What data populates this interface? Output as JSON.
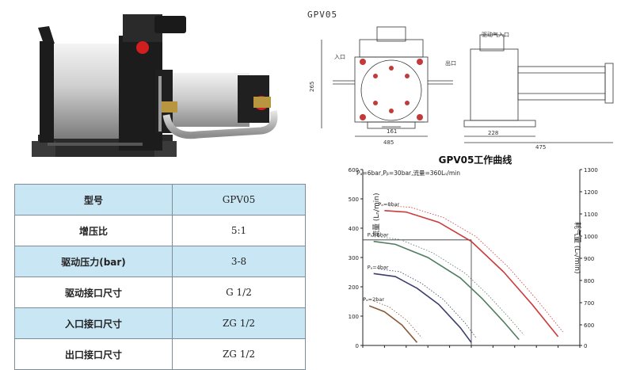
{
  "model_title": "GPV05",
  "drawing": {
    "inlet_label": "入口",
    "outlet_label": "出口",
    "drive_gas_inlet_label": "驱动气入口",
    "dim_height": "265",
    "dim_width": "485",
    "dim_center": "161",
    "dim_side_a": "228",
    "dim_side_b": "475"
  },
  "spec_table": {
    "rows": [
      {
        "label": "型号",
        "value": "GPV05"
      },
      {
        "label": "增压比",
        "value": "5:1"
      },
      {
        "label": "驱动压力(bar)",
        "value": "3-8"
      },
      {
        "label": "驱动接口尺寸",
        "value": "G 1/2"
      },
      {
        "label": "入口接口尺寸",
        "value": "ZG 1/2"
      },
      {
        "label": "出口接口尺寸",
        "value": "ZG 1/2"
      }
    ]
  },
  "colors": {
    "table_alt": "#c9e6f5",
    "curve_8bar": "#cc3a3a",
    "curve_6bar": "#4f7d5f",
    "curve_4bar": "#3b3f6b",
    "curve_2bar": "#8a5a3a"
  },
  "chart_data": {
    "type": "line",
    "title": "GPV05工作曲线",
    "subtitle": "Pₐ=6bar,Pᵦ=30bar,流量=360Lₙ/min",
    "ylabel": "流量 (Lₙ/min)",
    "y2label": "耗气量 (Lₙ/min)",
    "xlabel": "",
    "ylim": [
      0,
      600
    ],
    "y2lim": [
      0,
      1300
    ],
    "y_ticks": [
      "0",
      "100",
      "200",
      "300",
      "400",
      "500",
      "600"
    ],
    "y2_ticks": [
      "0",
      "600",
      "700",
      "800",
      "900",
      "1000",
      "1100",
      "1200",
      "1300"
    ],
    "xlim": [
      0,
      100
    ],
    "series": [
      {
        "name": "Pₐ=8bar",
        "x": [
          10,
          20,
          35,
          50,
          65,
          78,
          90
        ],
        "y": [
          460,
          455,
          420,
          355,
          250,
          140,
          30
        ]
      },
      {
        "name": "Pₐ=6bar",
        "x": [
          5,
          15,
          30,
          45,
          55,
          65,
          72
        ],
        "y": [
          355,
          345,
          300,
          230,
          160,
          80,
          20
        ]
      },
      {
        "name": "Pₐ=4bar",
        "x": [
          5,
          15,
          25,
          35,
          45,
          50
        ],
        "y": [
          245,
          235,
          195,
          140,
          60,
          10
        ]
      },
      {
        "name": "Pₐ=2bar",
        "x": [
          3,
          10,
          18,
          25
        ],
        "y": [
          135,
          115,
          70,
          10
        ]
      }
    ],
    "reference": {
      "x": 50,
      "y": 360
    }
  }
}
